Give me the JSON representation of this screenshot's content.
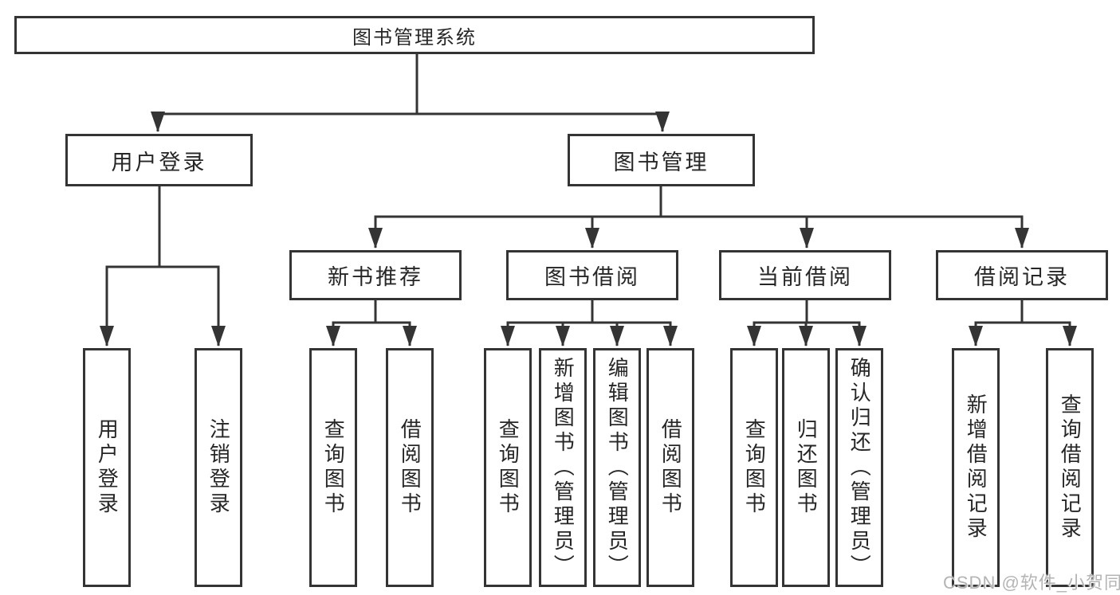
{
  "tree": {
    "root": "图书管理系统",
    "branches": [
      {
        "label": "用户登录",
        "children": [
          "用户登录",
          "注销登录"
        ]
      },
      {
        "label": "图书管理",
        "sub": [
          {
            "label": "新书推荐",
            "children": [
              "查询图书",
              "借阅图书"
            ]
          },
          {
            "label": "图书借阅",
            "children": [
              "查询图书",
              "新增图书（管理员）",
              "编辑图书（管理员）",
              "借阅图书"
            ]
          },
          {
            "label": "当前借阅",
            "children": [
              "查询图书",
              "归还图书",
              "确认归还（管理员）"
            ]
          },
          {
            "label": "借阅记录",
            "children": [
              "新增借阅记录",
              "查询借阅记录"
            ]
          }
        ]
      }
    ]
  },
  "watermark": {
    "text": "CSDN @软件_小贺同学"
  },
  "colors": {
    "line": "#343434",
    "text": "#262626",
    "watermark": "#b4b4b4",
    "background": "#ffffff"
  }
}
